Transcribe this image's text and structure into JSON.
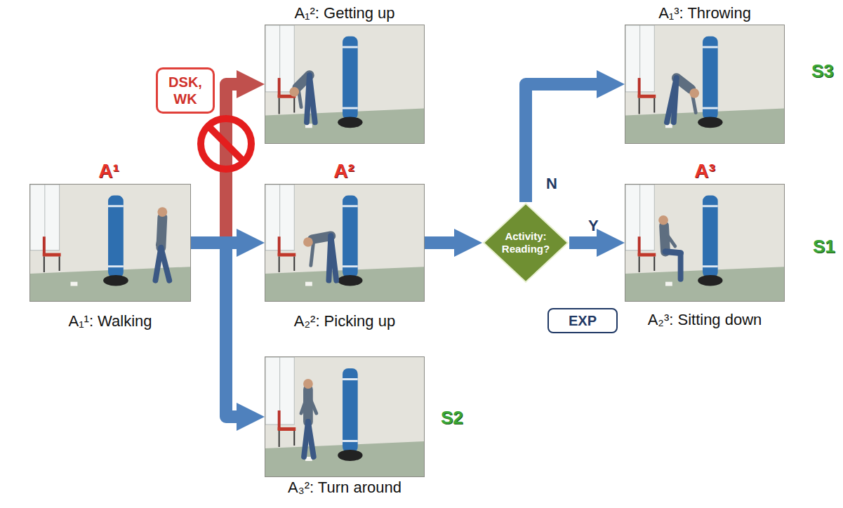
{
  "diagram": {
    "nodes": [
      {
        "text": [
          "DSK, WK"
        ]
      },
      {
        "text": [
          "A₁²: Getting up"
        ]
      },
      {
        "text": [
          "A₁³: Throwing"
        ]
      },
      {
        "text": [
          "A¹",
          "A²"
        ]
      },
      {
        "text": [
          "A₁¹: Walking"
        ],
        "in": 3
      },
      {
        "text": [
          "A₂²: Picking up"
        ],
        "in": 3
      },
      {
        "text": [
          "Activity: Reading?"
        ]
      },
      {
        "text": [
          "A³"
        ]
      },
      {
        "text": [
          "A₂³: Sitting down"
        ],
        "in": 7
      },
      {
        "text": [
          "EXP"
        ],
        "in": 7
      },
      {
        "text": [
          "A₃²: Turn around"
        ]
      }
    ],
    "edges": [
      {
        "from": 4,
        "to": 5,
        "arrow": "to"
      },
      {
        "from": 4,
        "to": 1,
        "arrow": "to"
      },
      {
        "from": 4,
        "to": 10,
        "arrow": "to"
      },
      {
        "from": 5,
        "to": 6,
        "arrow": "to"
      },
      {
        "from": 6,
        "to": 2,
        "label": "N",
        "arrow": "to"
      },
      {
        "from": 6,
        "to": 8,
        "label": "Y",
        "arrow": "to"
      }
    ],
    "labels": [
      "S3",
      "S1",
      "S2"
    ]
  }
}
